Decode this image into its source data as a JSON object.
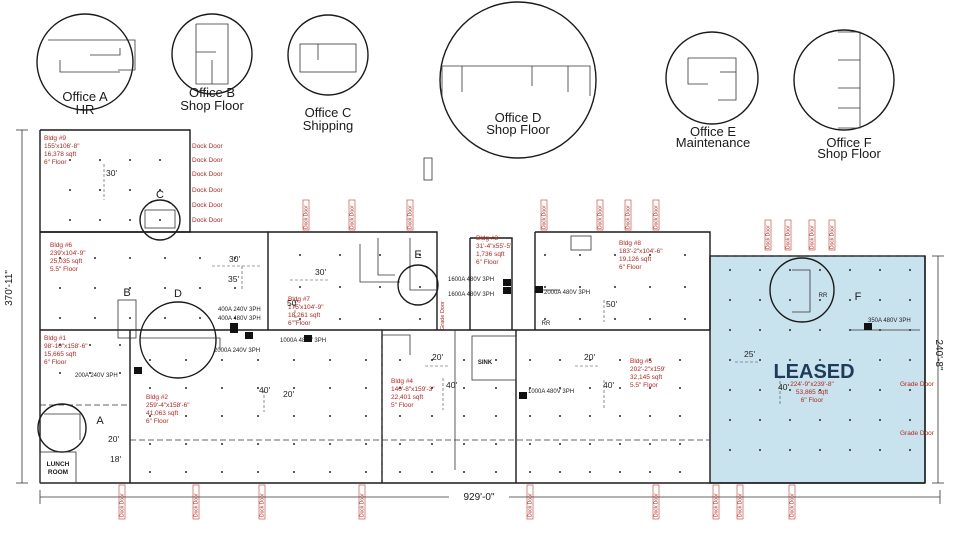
{
  "colors": {
    "leased_fill": "#c9e3ee",
    "leased_text": "#1f3b5a",
    "annotation_red": "#b3261e",
    "wall": "#1a1a1a",
    "equipment": "#111111"
  },
  "offices": [
    {
      "letter": "A",
      "title": "Office A",
      "subtitle": "HR"
    },
    {
      "letter": "B",
      "title": "Office B",
      "subtitle": "Shop Floor"
    },
    {
      "letter": "C",
      "title": "Office C",
      "subtitle": "Shipping"
    },
    {
      "letter": "D",
      "title": "Office D",
      "subtitle": "Shop Floor"
    },
    {
      "letter": "E",
      "title": "Office E",
      "subtitle": "Maintenance"
    },
    {
      "letter": "F",
      "title": "Office F",
      "subtitle": "Shop Floor"
    }
  ],
  "buildings": [
    {
      "name": "Bldg #9",
      "dims": "155'x106'-8\"",
      "sqft": "16,378 sqft",
      "floor": "6\" Floor"
    },
    {
      "name": "Bldg #6",
      "dims": "239'x104'-9\"",
      "sqft": "25,035 sqft",
      "floor": "5.5\" Floor"
    },
    {
      "name": "Bldg #1",
      "dims": "98'-10\"x158'-6\"",
      "sqft": "15,665 sqft",
      "floor": "6\" Floor"
    },
    {
      "name": "Bldg #2",
      "dims": "259'-4\"x158'-6\"",
      "sqft": "41,063 sqft",
      "floor": "6\" Floor"
    },
    {
      "name": "Bldg #7",
      "dims": "175'x104'-9\"",
      "sqft": "18,261 sqft",
      "floor": "6\" Floor"
    },
    {
      "name": "Bldg #3",
      "dims": "31'-4\"x55'-5\"",
      "sqft": "1,736 sqft",
      "floor": "6\" Floor"
    },
    {
      "name": "Bldg #4",
      "dims": "140'-8\"x159'-3\"",
      "sqft": "22,401 sqft",
      "floor": "5\" Floor"
    },
    {
      "name": "Bldg #8",
      "dims": "183'-2\"x104'-6\"",
      "sqft": "19,126 sqft",
      "floor": "6\" Floor"
    },
    {
      "name": "Bldg #5",
      "dims": "202'-2\"x159'",
      "sqft": "32,145 sqft",
      "floor": "5.5\" Floor"
    },
    {
      "name": "LEASED",
      "dims": "224'-9\"x239'-8\"",
      "sqft": "53,865 sqft",
      "floor": "6\" Floor"
    }
  ],
  "electrical": [
    "400A 240V 3PH",
    "400A 480V 3PH",
    "1000A 480V 3PH",
    "2000A 240V 3PH",
    "200A 240V 3PH",
    "1600A 480V 3PH",
    "1600A 480V 3PH",
    "2000A 480V 3PH",
    "1000A 480V 3PH",
    "350A 480V 3PH"
  ],
  "spacings": [
    "30'",
    "30'",
    "35'",
    "30'",
    "50'",
    "20'",
    "40'",
    "20'",
    "18'",
    "20'",
    "40'",
    "20'",
    "40'",
    "50'",
    "25'",
    "40'"
  ],
  "door_labels": {
    "dock": "Dock Door",
    "grade": "Grade Door"
  },
  "dimensions": {
    "overall_width": "929'-0\"",
    "overall_height": "370'-11\"",
    "leased_height": "240'-8\""
  },
  "rooms": {
    "lunch_line1": "LUNCH",
    "lunch_line2": "ROOM",
    "sink": "SINK",
    "rr": "RR"
  },
  "leased_label": "LEASED"
}
